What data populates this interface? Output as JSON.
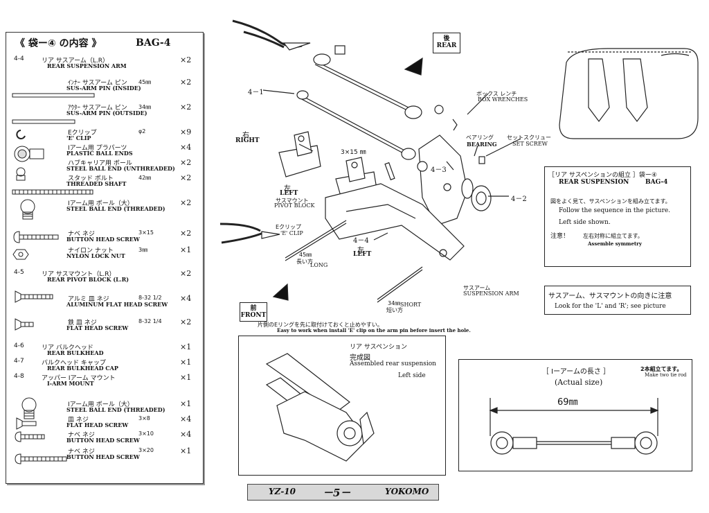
{
  "parts": {
    "heading_jp": "《 袋ー④ の内容 》",
    "heading_bag": "BAG-4",
    "items": [
      {
        "no": "4-4",
        "jp": "リア サスアーム（L.R）",
        "en": "REAR SUSPENSION ARM",
        "size": "",
        "qty": "×2"
      },
      {
        "no": "",
        "jp": "ｲﾝﾅｰ サスアーム ピン",
        "en": "SUS-ARM PIN (INSIDE)",
        "size": "45㎜",
        "qty": "×2"
      },
      {
        "no": "",
        "jp": "ｱｳﾀｰ サスアーム ピン",
        "en": "SUS-ARM PIN (OUTSIDE)",
        "size": "34㎜",
        "qty": "×2"
      },
      {
        "no": "",
        "jp": "Eクリップ",
        "en": "'E' CLIP",
        "size": "φ2",
        "qty": "×9"
      },
      {
        "no": "",
        "jp": "Iアーム用 プラパーツ",
        "en": "PLASTIC BALL ENDS",
        "size": "",
        "qty": "×4"
      },
      {
        "no": "",
        "jp": "ハブキャリア用 ボール",
        "en": "STEEL BALL END (UNTHREADED)",
        "size": "",
        "qty": "×2"
      },
      {
        "no": "",
        "jp": "スタッド ボルト",
        "en": "THREADED SHAFT",
        "size": "42㎜",
        "qty": "×2"
      },
      {
        "no": "",
        "jp": "Iアーム用 ボール（大）",
        "en": "STEEL BALL END (THREADED)",
        "size": "",
        "qty": "×2"
      },
      {
        "no": "",
        "jp": "ナベ ネジ",
        "en": "BUTTON HEAD SCREW",
        "size": "3×15",
        "qty": "×2"
      },
      {
        "no": "",
        "jp": "ナイロン ナット",
        "en": "NYLON LOCK NUT",
        "size": "3㎜",
        "qty": "×1"
      },
      {
        "no": "4-5",
        "jp": "リア サスマウント（L.R）",
        "en": "REAR PIVOT BLOCK (L.R)",
        "size": "",
        "qty": "×2"
      },
      {
        "no": "",
        "jp": "アルミ 皿 ネジ",
        "en": "ALUMINUM FLAT HEAD SCREW",
        "size": "8-32 1/2",
        "qty": "×4"
      },
      {
        "no": "",
        "jp": "鉄 皿 ネジ",
        "en": "FLAT HEAD SCREW",
        "size": "8-32 1/4",
        "qty": "×2"
      },
      {
        "no": "4-6",
        "jp": "リア バルクヘッド",
        "en": "REAR BULKHEAD",
        "size": "",
        "qty": "×1"
      },
      {
        "no": "4-7",
        "jp": "バルクヘッド キャップ",
        "en": "REAR BULKHEAD CAP",
        "size": "",
        "qty": "×1"
      },
      {
        "no": "4-8",
        "jp": "アッパー Iアーム マウント",
        "en": "I-ARM MOUNT",
        "size": "",
        "qty": "×1"
      },
      {
        "no": "",
        "jp": "Iアーム用 ボール（大）",
        "en": "STEEL BALL END (THREADED)",
        "size": "",
        "qty": "×1"
      },
      {
        "no": "",
        "jp": "皿 ネジ",
        "en": "FLAT HEAD SCREW",
        "size": "3×8",
        "qty": "×4"
      },
      {
        "no": "",
        "jp": "ナベ ネジ",
        "en": "BUTTON HEAD SCREW",
        "size": "3×10",
        "qty": "×4"
      },
      {
        "no": "",
        "jp": "ナベ ネジ",
        "en": "BUTTON HEAD SCREW",
        "size": "3×20",
        "qty": "×1"
      }
    ]
  },
  "diagram": {
    "rear_jp": "後",
    "rear_en": "REAR",
    "front_jp": "前",
    "front_en": "FRONT",
    "right_jp": "右",
    "right_en": "RIGHT",
    "left_jp": "左",
    "left_en": "LEFT",
    "left2_jp": "左",
    "left2_en": "LEFT",
    "pivot_jp": "サスマウント",
    "pivot_en": "PIVOT BLOCK",
    "box_wrench_jp": "ボックス レンチ",
    "box_wrench_en": "BOX WRENCHES",
    "bearing_jp": "ベアリング",
    "bearing_en": "BEARING",
    "set_screw_jp": "セットスクリュー",
    "set_screw_en": "SET SCREW",
    "eclip_jp": "Eクリップ",
    "eclip_en": "'E' CLIP",
    "long_size": "45㎜",
    "long_jp": "長い方",
    "long_en": "LONG",
    "short_size": "34㎜",
    "short_jp": "短い方",
    "short_en": "SHORT",
    "arm_jp": "サスアーム",
    "arm_en": "SUSPENSION ARM",
    "screw_size": "3×15 ㎜",
    "label_41": "4－1",
    "label_42": "4－2",
    "label_43": "4－3",
    "label_44": "4－4",
    "eclip_note_jp": "片側のEリングを先に取付けておくと止めやすい。",
    "eclip_note_en": "Easy to work when install 'E' clip on the arm pin before insert the hole."
  },
  "info_box": {
    "title_jp": "［リア サスペンションの組立 ］袋ー④",
    "title_en": "REAR SUSPENSION",
    "bag": "BAG-4",
    "line1_jp": "図をよく見て、サスペンションを組み立てます。",
    "line1_en": "Follow the sequence in the picture.",
    "line2_en": "Left side shown.",
    "note_jp": "注意！",
    "note2_jp": "左右対称に組立てます。",
    "note2_en": "Assemble symmetry"
  },
  "caution_box": {
    "jp": "サスアーム、サスマウントの向きに注意",
    "en": "Look for the 'L' and 'R'; see picture"
  },
  "assembled": {
    "jp1": "リア サスペンション",
    "jp2": "完成図",
    "en": "Assembled rear suspension",
    "side": "Left side"
  },
  "iarm": {
    "title_jp": "［ Iーアームの長さ ］",
    "title_en": "(Actual size)",
    "make_jp": "2本組立てます。",
    "make_en": "Make two tie rod",
    "length": "69㎜"
  },
  "footer": {
    "model": "YZ-10",
    "page": "－5－",
    "brand": "YOKOMO"
  }
}
